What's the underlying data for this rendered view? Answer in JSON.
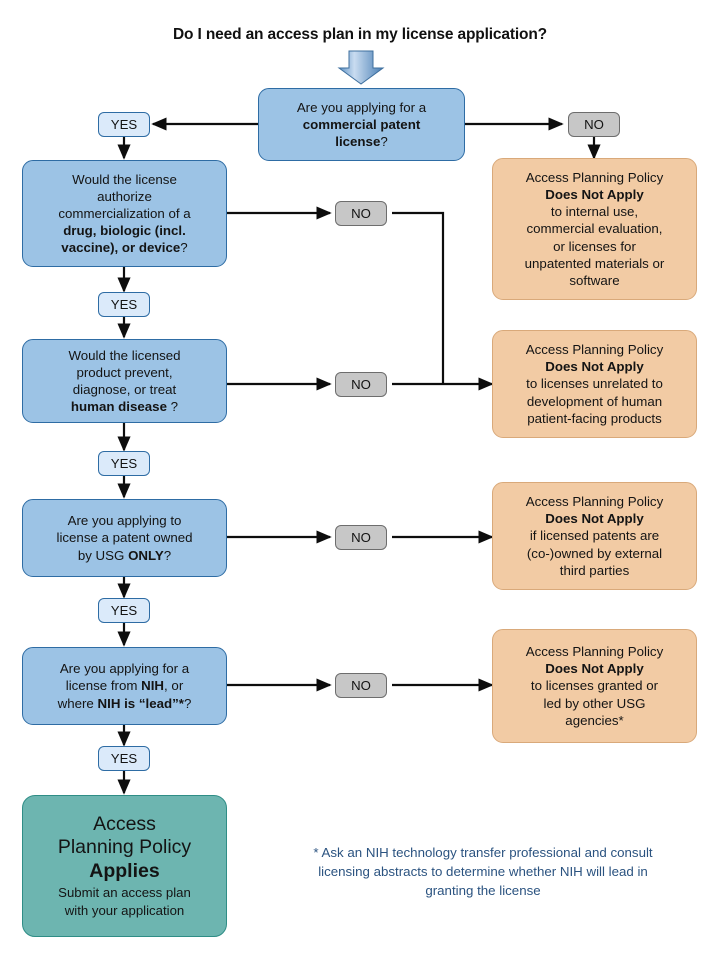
{
  "title": "Do I need an access plan in my license application?",
  "colors": {
    "question_fill": "#9cc3e5",
    "question_border": "#2e6ca4",
    "outcome_fill": "#f2cba4",
    "outcome_border": "#d9a97a",
    "final_fill": "#6db5b0",
    "final_border": "#2f8d86",
    "yes_fill": "#dbeafa",
    "no_fill": "#c7c7c7",
    "connector": "#0d0d0d",
    "footnote_text": "#2b5380",
    "start_arrow": "#8fb8de"
  },
  "labels": {
    "yes": "YES",
    "no": "NO"
  },
  "questions": [
    {
      "id": "q-commercial-patent-license",
      "line1": "Are you applying for a",
      "line2_bold": "commercial patent",
      "line3_bold": "license",
      "line3_tail": "?"
    },
    {
      "id": "q-drug-biologic-device",
      "line1": "Would the license",
      "line2": "authorize",
      "line3": "commercialization of a",
      "line4_bold": "drug, biologic (incl.",
      "line5_bold": "vaccine), or device",
      "line5_tail": "?"
    },
    {
      "id": "q-human-disease",
      "line1": "Would the licensed",
      "line2": "product prevent,",
      "line3": "diagnose, or treat",
      "line4_bold": "human disease",
      "line4_tail": " ?"
    },
    {
      "id": "q-usg-only",
      "line1": "Are you applying to",
      "line2": "license a patent owned",
      "line3_head": "by USG ",
      "line3_bold": "ONLY",
      "line3_tail": "?"
    },
    {
      "id": "q-nih-lead",
      "line1": "Are you applying for a",
      "line2_head": "license from ",
      "line2_bold": "NIH",
      "line2_tail": ", or",
      "line3_head": "where ",
      "line3_bold": "NIH is “lead”*",
      "line3_tail": "?"
    }
  ],
  "outcomes": [
    {
      "id": "outcome-internal-use",
      "head": "Access Planning Policy",
      "bold": "Does Not Apply",
      "body": [
        "to internal use,",
        "commercial evaluation,",
        "or licenses for",
        "unpatented materials or",
        "software"
      ]
    },
    {
      "id": "outcome-unrelated-human-products",
      "head": "Access Planning Policy",
      "bold": "Does Not Apply",
      "body": [
        "to licenses unrelated to",
        "development of human",
        "patient-facing products"
      ]
    },
    {
      "id": "outcome-co-owned-patents",
      "head": "Access Planning Policy",
      "bold": "Does Not Apply",
      "body": [
        "if licensed patents are",
        "(co-)owned by external",
        "third parties"
      ]
    },
    {
      "id": "outcome-other-usg-agencies",
      "head": "Access Planning Policy",
      "bold": "Does Not Apply",
      "body": [
        "to licenses granted or",
        "led by other USG",
        "agencies*"
      ]
    }
  ],
  "final": {
    "line1": "Access",
    "line2": "Planning Policy",
    "line3_bold": "Applies",
    "line4": "Submit an access plan",
    "line5": "with your application"
  },
  "footnote": {
    "line1": "* Ask an NIH technology transfer professional and consult",
    "line2": "licensing abstracts to determine whether  NIH will lead in",
    "line3": "granting the license"
  }
}
